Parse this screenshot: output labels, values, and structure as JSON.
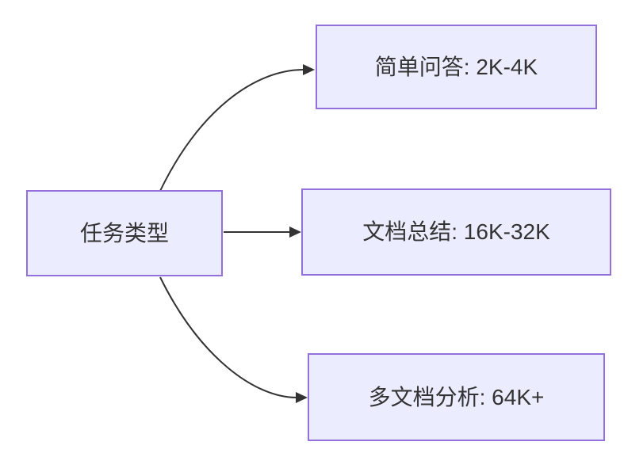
{
  "diagram": {
    "type": "flowchart",
    "direction": "left-to-right",
    "nodes": [
      {
        "id": "task-type",
        "label": "任务类型"
      },
      {
        "id": "simple-qa",
        "label": "简单问答: 2K-4K"
      },
      {
        "id": "doc-summary",
        "label": "文档总结: 16K-32K"
      },
      {
        "id": "multi-doc",
        "label": "多文档分析: 64K+"
      }
    ],
    "edges": [
      {
        "from": "task-type",
        "to": "simple-qa"
      },
      {
        "from": "task-type",
        "to": "doc-summary"
      },
      {
        "from": "task-type",
        "to": "multi-doc"
      }
    ],
    "colors": {
      "node_fill": "#ECECFF",
      "node_border": "#9370DB",
      "arrow": "#333333",
      "text": "#333333",
      "background": "#FFFFFF"
    }
  }
}
